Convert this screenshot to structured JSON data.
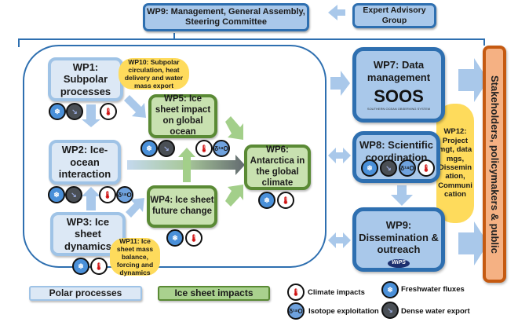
{
  "top": {
    "wp9_management": "WP9: Management, General Assembly, Steering Committee",
    "expert_advisory": "Expert Advisory Group"
  },
  "polar": {
    "wp1": "WP1: Subpolar processes",
    "wp2": "WP2: Ice-ocean interaction",
    "wp3": "WP3: Ice sheet dynamics"
  },
  "ice_sheet": {
    "wp5": "WP5: Ice sheet impact on global ocean",
    "wp4": "WP4: Ice sheet future change",
    "wp6": "WP6: Antarctica in the global climate"
  },
  "yellow": {
    "wp10": "WP10: Subpolar circulation, heat delivery and water mass export",
    "wp11": "WP11: Ice sheet mass balance, forcing and dynamics",
    "wp12": "WP12: Project mgt, data mgs, Dissemin ation, Communi cation"
  },
  "right": {
    "wp7": "WP7: Data management",
    "wp7_logo": "SOOS",
    "wp7_logo_sub": "SOUTHERN OCEAN OBSERVING SYSTEM",
    "wp8": "WP8: Scientific coordination",
    "wp9_dissemination": "WP9: Dissemination & outreach",
    "wp9_logo": "WiPS"
  },
  "stakeholders": "Stakeholders, policymakers & public",
  "legend": {
    "polar_processes": "Polar processes",
    "ice_sheet_impacts": "Ice sheet impacts",
    "climate_impacts": "Climate impacts",
    "isotope_exploitation": "Isotope exploitation",
    "freshwater_fluxes": "Freshwater fluxes",
    "dense_water_export": "Dense water export"
  },
  "icons": {
    "freshwater": "freshwater-fluxes-icon",
    "dense": "dense-water-export-icon",
    "climate": "climate-impacts-icon",
    "isotope": "isotope-exploitation-icon",
    "iso_glyph": "δ¹⁸O",
    "climate_glyph": "🌡",
    "fresh_glyph": "❄",
    "dense_glyph": "↘"
  },
  "colors": {
    "polar_fill": "#dce8f5",
    "ice_fill": "#c8e1b0",
    "mgmt_fill": "#a9c8ea",
    "yellow": "#fedb5c",
    "stakeholder_fill": "#f5b183"
  }
}
